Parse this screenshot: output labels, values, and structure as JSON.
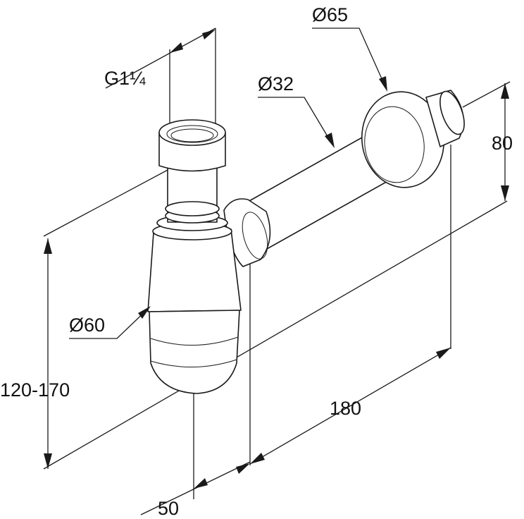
{
  "labels": {
    "thread": "G1¼",
    "outlet_diameter": "Ø65",
    "pipe_diameter": "Ø32",
    "rosette_height": "80",
    "bottle_diameter": "Ø60",
    "height_range": "120-170",
    "length": "180",
    "offset": "50"
  },
  "colors": {
    "line": "#1a1a1a",
    "background": "#ffffff"
  }
}
